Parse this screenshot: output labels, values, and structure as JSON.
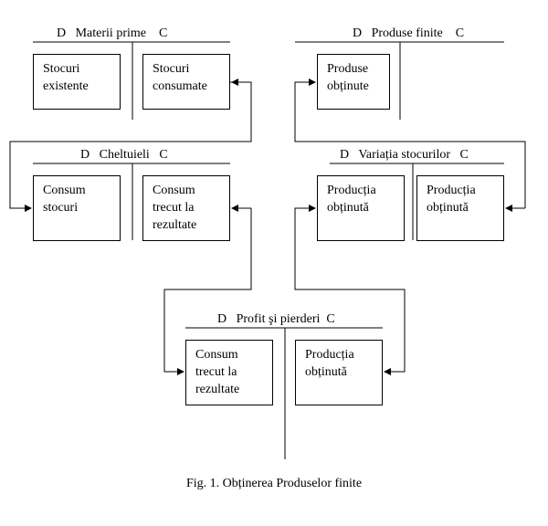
{
  "accounts": {
    "materii_prime": {
      "header": "D   Materii prime    C",
      "debit_box": "Stocuri\nexistente",
      "credit_box": "Stocuri\nconsumate"
    },
    "produse_finite": {
      "header": "D   Produse finite    C",
      "debit_box": "Produse\nobținute"
    },
    "cheltuieli": {
      "header": "D   Cheltuieli   C",
      "debit_box": "Consum\nstocuri",
      "credit_box": "Consum\ntrecut la\nrezultate"
    },
    "variatia_stocurilor": {
      "header": "D   Variația stocurilor   C",
      "debit_box": "Producția\nobținută",
      "credit_box": "Producția\nobținută"
    },
    "profit_pierderi": {
      "header": "D   Profit şi pierderi  C",
      "debit_box": "Consum\ntrecut la\nrezultate",
      "credit_box": "Producția\nobținută"
    }
  },
  "caption": "Fig. 1. Obținerea Produselor finite"
}
